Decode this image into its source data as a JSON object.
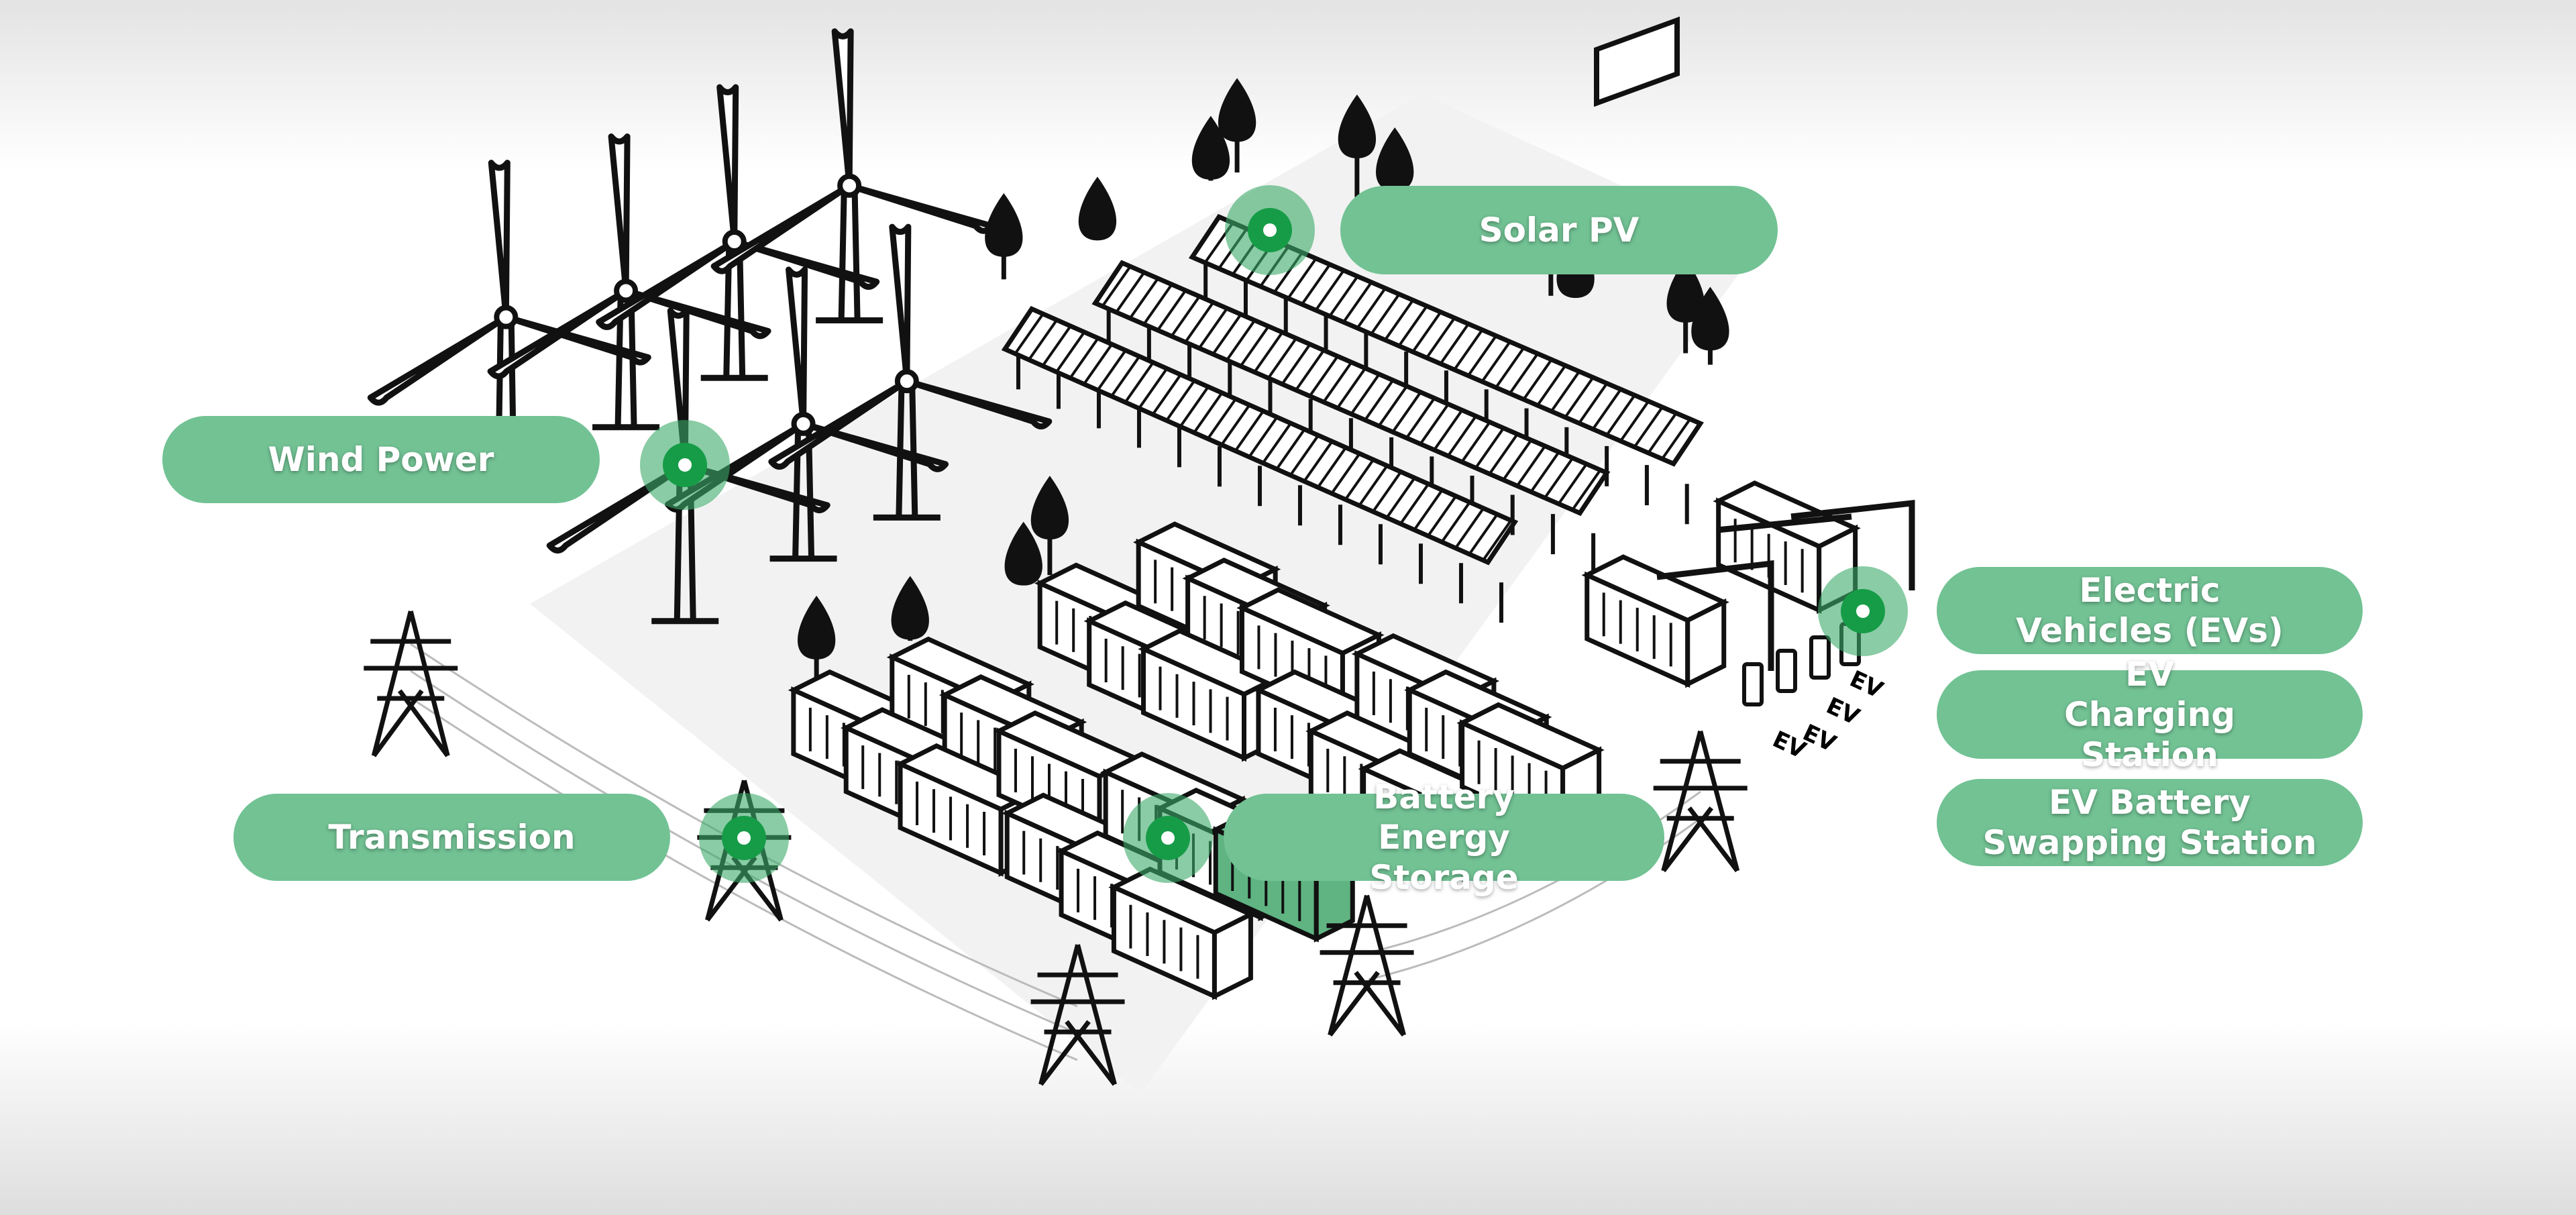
{
  "labels": {
    "solar": "Solar PV",
    "wind": "Wind Power",
    "transmission": "Transmission",
    "battery": "Battery Energy Storage",
    "ev": "Electric Vehicles (EVs)",
    "ev_charging": "EV Charging Station",
    "ev_swapping": "EV Battery Swapping Station"
  },
  "charger_marks": [
    "EV",
    "EV",
    "EV",
    "EV"
  ],
  "colors": {
    "label_bg": "#72c294",
    "hotspot": "#169c47",
    "line": "#111111"
  }
}
